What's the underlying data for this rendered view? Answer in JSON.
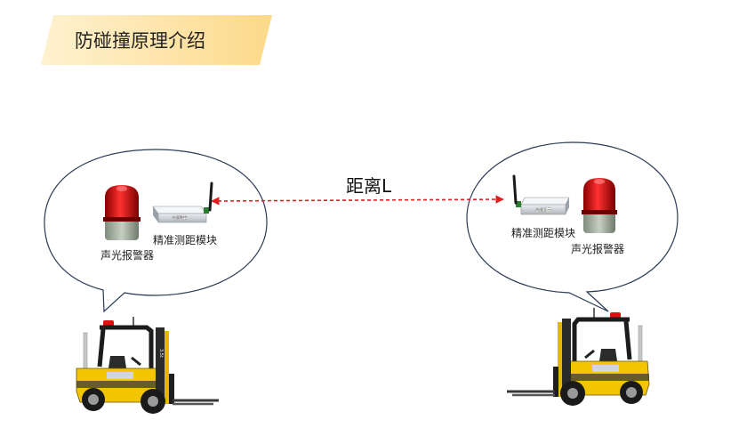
{
  "title": "防碰撞原理介绍",
  "distance_label": "距离L",
  "left": {
    "alarm_label": "声光报警器",
    "module_label": "精准测距模块",
    "module_plate": "电量数控"
  },
  "right": {
    "alarm_label": "声光报警器",
    "module_label": "精准测距模块",
    "module_plate": "电量显示"
  },
  "colors": {
    "banner": "#fde3a8",
    "dash_line": "#e02020",
    "alarm_red": "#d81414",
    "bubble_stroke": "#2b3b55",
    "forklift_yellow": "#f3c400"
  }
}
